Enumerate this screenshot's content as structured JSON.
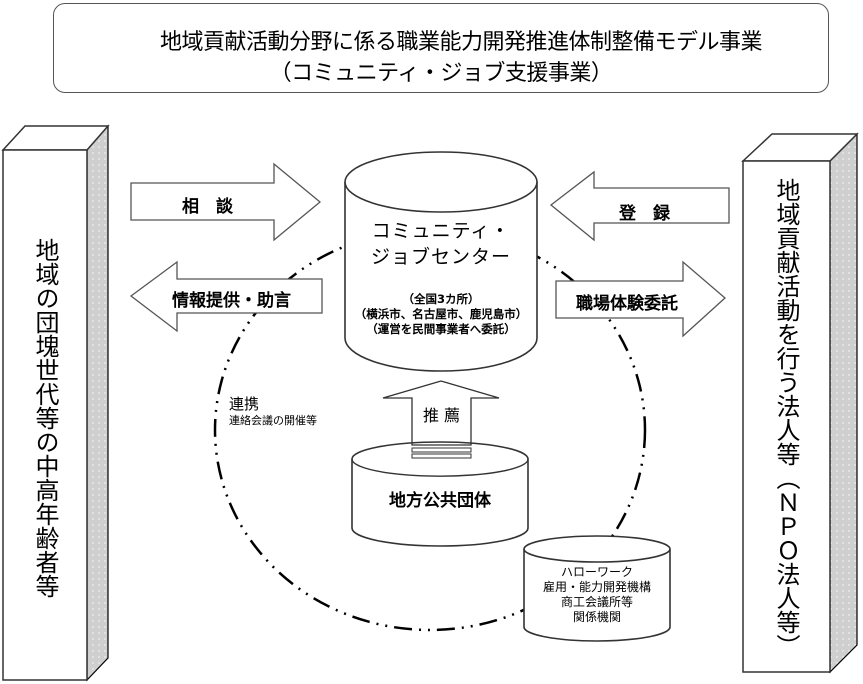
{
  "title": {
    "line1": "地域貢献活動分野に係る職業能力開発推進体制整備モデル事業",
    "line2": "（コミュニティ・ジョブ支援事業）"
  },
  "left_pillar": {
    "label": "地域の団塊世代等の中高年齢者等"
  },
  "right_pillar": {
    "label": "地域貢献活動を行う法人等（ＮＰＯ法人等）"
  },
  "arrows": {
    "consult": "相　談",
    "info": "情報提供・助言",
    "register": "登　録",
    "workplace": "職場体験委託",
    "recommend": "推 薦"
  },
  "center": {
    "title_line1": "コミュニティ・",
    "title_line2": "ジョブセンター",
    "sub_line1": "（全国3カ所）",
    "sub_line2": "（横浜市、名古屋市、鹿児島市）",
    "sub_line3": "（運営を民間事業者へ委託）"
  },
  "local_gov": {
    "label": "地方公共団体"
  },
  "cooperation": {
    "title": "連携",
    "subtitle": "連絡会議の開催等"
  },
  "partners": {
    "lines": [
      "ハローワーク",
      "雇用・能力開発機構",
      "商工会議所等",
      "関係機関"
    ]
  }
}
